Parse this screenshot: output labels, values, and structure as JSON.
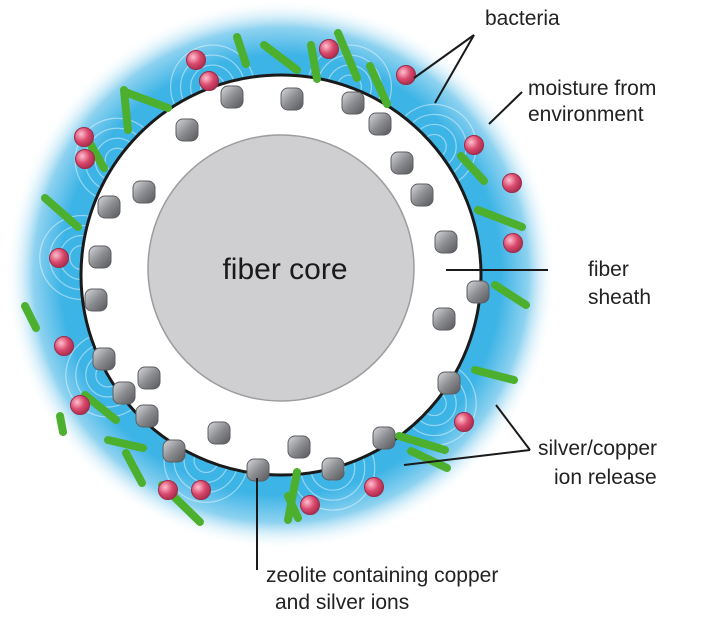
{
  "labels": {
    "core": "fiber core",
    "bacteria": "bacteria",
    "moisture_line1": "moisture from",
    "moisture_line2": "environment",
    "sheath_line1": "fiber",
    "sheath_line2": "sheath",
    "ion_line1": "silver/copper",
    "ion_line2": "ion release",
    "zeolite_line1": "zeolite containing copper",
    "zeolite_line2": "and silver ions"
  },
  "colors": {
    "moisture_halo": "#3db4e6",
    "sheath": "#ffffff",
    "core": "#cfcfd1",
    "zeolite": "#8a8c90",
    "bacteria_rod": "#4caf2e",
    "bacteria_sphere": "#d9486c",
    "leader_line": "#1a1a1a",
    "text": "#222222"
  }
}
